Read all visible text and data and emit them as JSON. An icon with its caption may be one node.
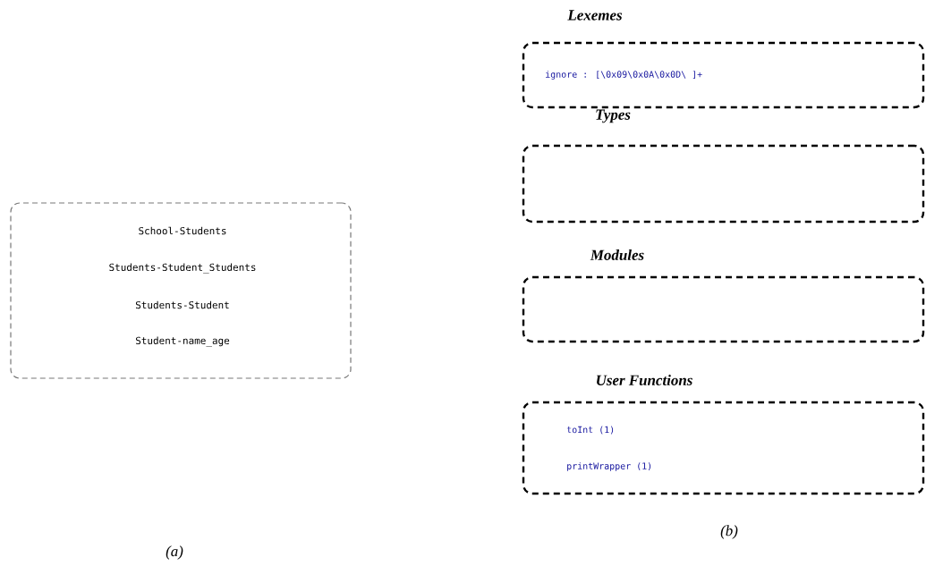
{
  "diagram": {
    "nodes": [
      {
        "text": [
          "School-Students",
          "Students-Student_Students",
          "Students-Student",
          "Student-name_age"
        ]
      },
      {
        "text": [
          "Lexemes",
          "ignore : [\\0x09\\0x0A\\0x0D\\ ]+"
        ]
      },
      {
        "text": [
          "Types"
        ]
      },
      {
        "text": [
          "Modules"
        ]
      },
      {
        "text": [
          "User Functions",
          "toInt (1)",
          "printWrapper (1)"
        ]
      }
    ],
    "labels": [
      "(a)",
      "(b)"
    ]
  }
}
